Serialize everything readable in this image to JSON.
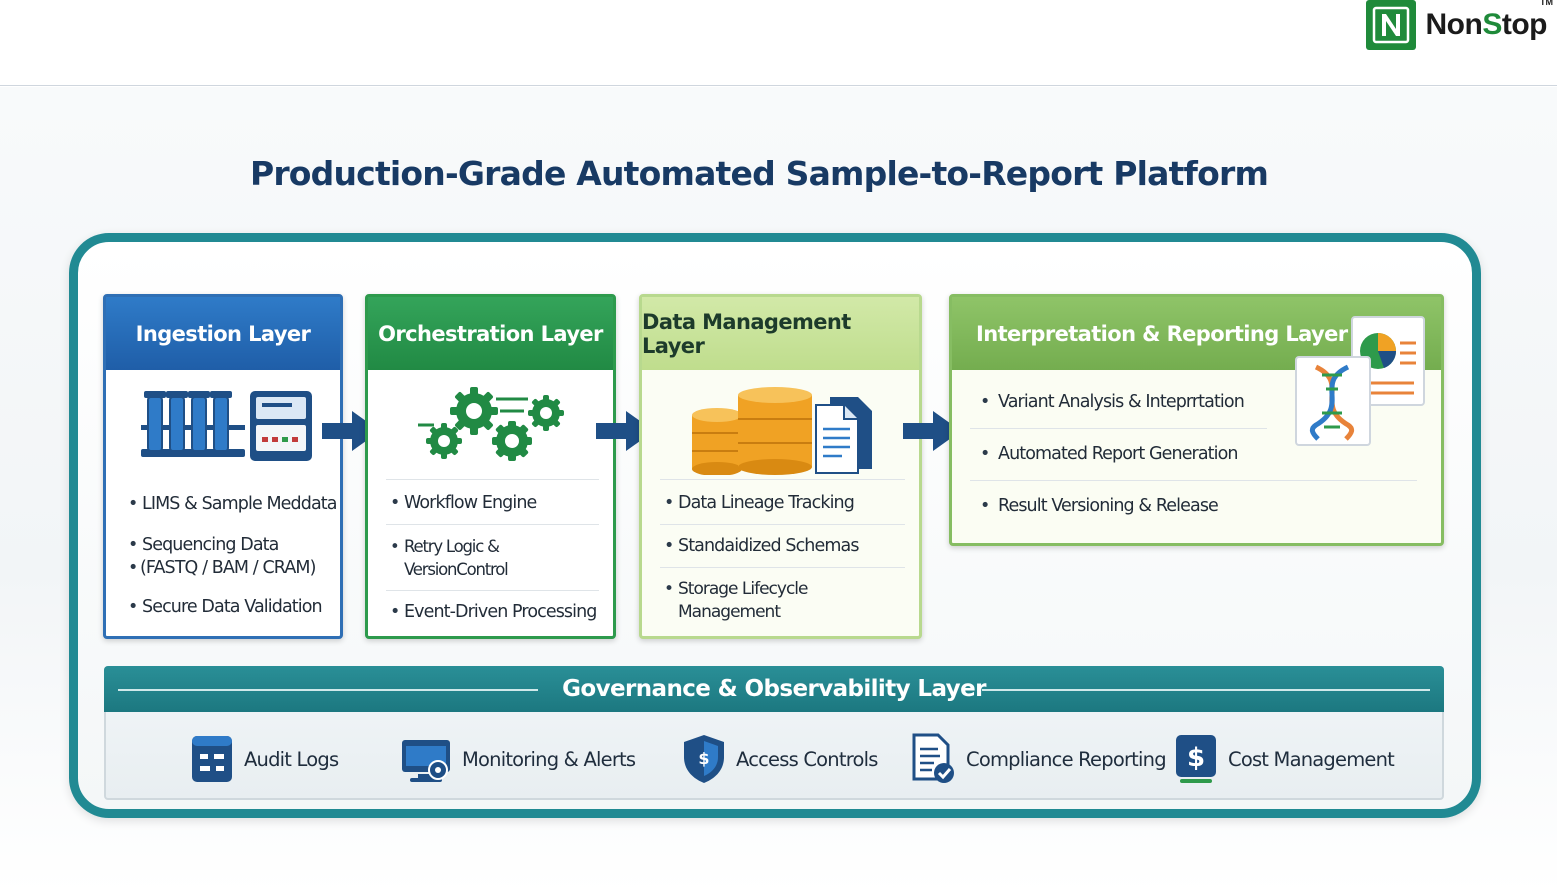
{
  "brand": {
    "name_prefix": "Non",
    "name_accent": "S",
    "name_suffix": "top",
    "trademark": "TM",
    "mark_letter": "N",
    "brand_color": "#1f8a3a"
  },
  "title": "Production-Grade Automated Sample-to-Report Platform",
  "layers": {
    "ingestion": {
      "title": "Ingestion Layer",
      "icon": "test-tubes-and-sequencer-icon",
      "bullets": [
        "LIMS & Sample Meddata",
        "Sequencing Data",
        "(FASTQ / BAM / CRAM)",
        "Secure Data Validation"
      ]
    },
    "orchestration": {
      "title": "Orchestration Layer",
      "icon": "gears-icon",
      "bullets": [
        "Workflow Engine",
        "Retry Logic & VersionControl",
        "Event-Driven Processing"
      ]
    },
    "data_management": {
      "title": "Data Management Layer",
      "icon": "database-and-documents-icon",
      "bullets": [
        "Data Lineage Tracking",
        "Standaidized Schemas",
        "Storage Lifecycle Management"
      ]
    },
    "interpretation": {
      "title": "Interpretation & Reporting Layer",
      "icon": "dna-report-icon",
      "bullets": [
        "Variant Analysis & Inteprrtation",
        "Automated Report Generation",
        "Result Versioning & Release"
      ]
    }
  },
  "governance": {
    "title": "Governance & Observability Layer",
    "items": [
      {
        "label": "Audit Logs",
        "icon": "audit-log-icon"
      },
      {
        "label": "Monitoring & Alerts",
        "icon": "monitor-alert-icon"
      },
      {
        "label": "Access Controls",
        "icon": "shield-dollar-icon"
      },
      {
        "label": "Compliance Reporting",
        "icon": "compliance-document-icon"
      },
      {
        "label": "Cost Management",
        "icon": "cost-dollar-icon"
      }
    ]
  },
  "colors": {
    "title": "#183a64",
    "frame": "#218a93",
    "ingestion": "#2f6fb5",
    "orchestration": "#2d9a4c",
    "data_management": "#bfdd8d",
    "interpretation": "#86bd62",
    "governance": "#1c7880",
    "arrow": "#1f4f86"
  }
}
